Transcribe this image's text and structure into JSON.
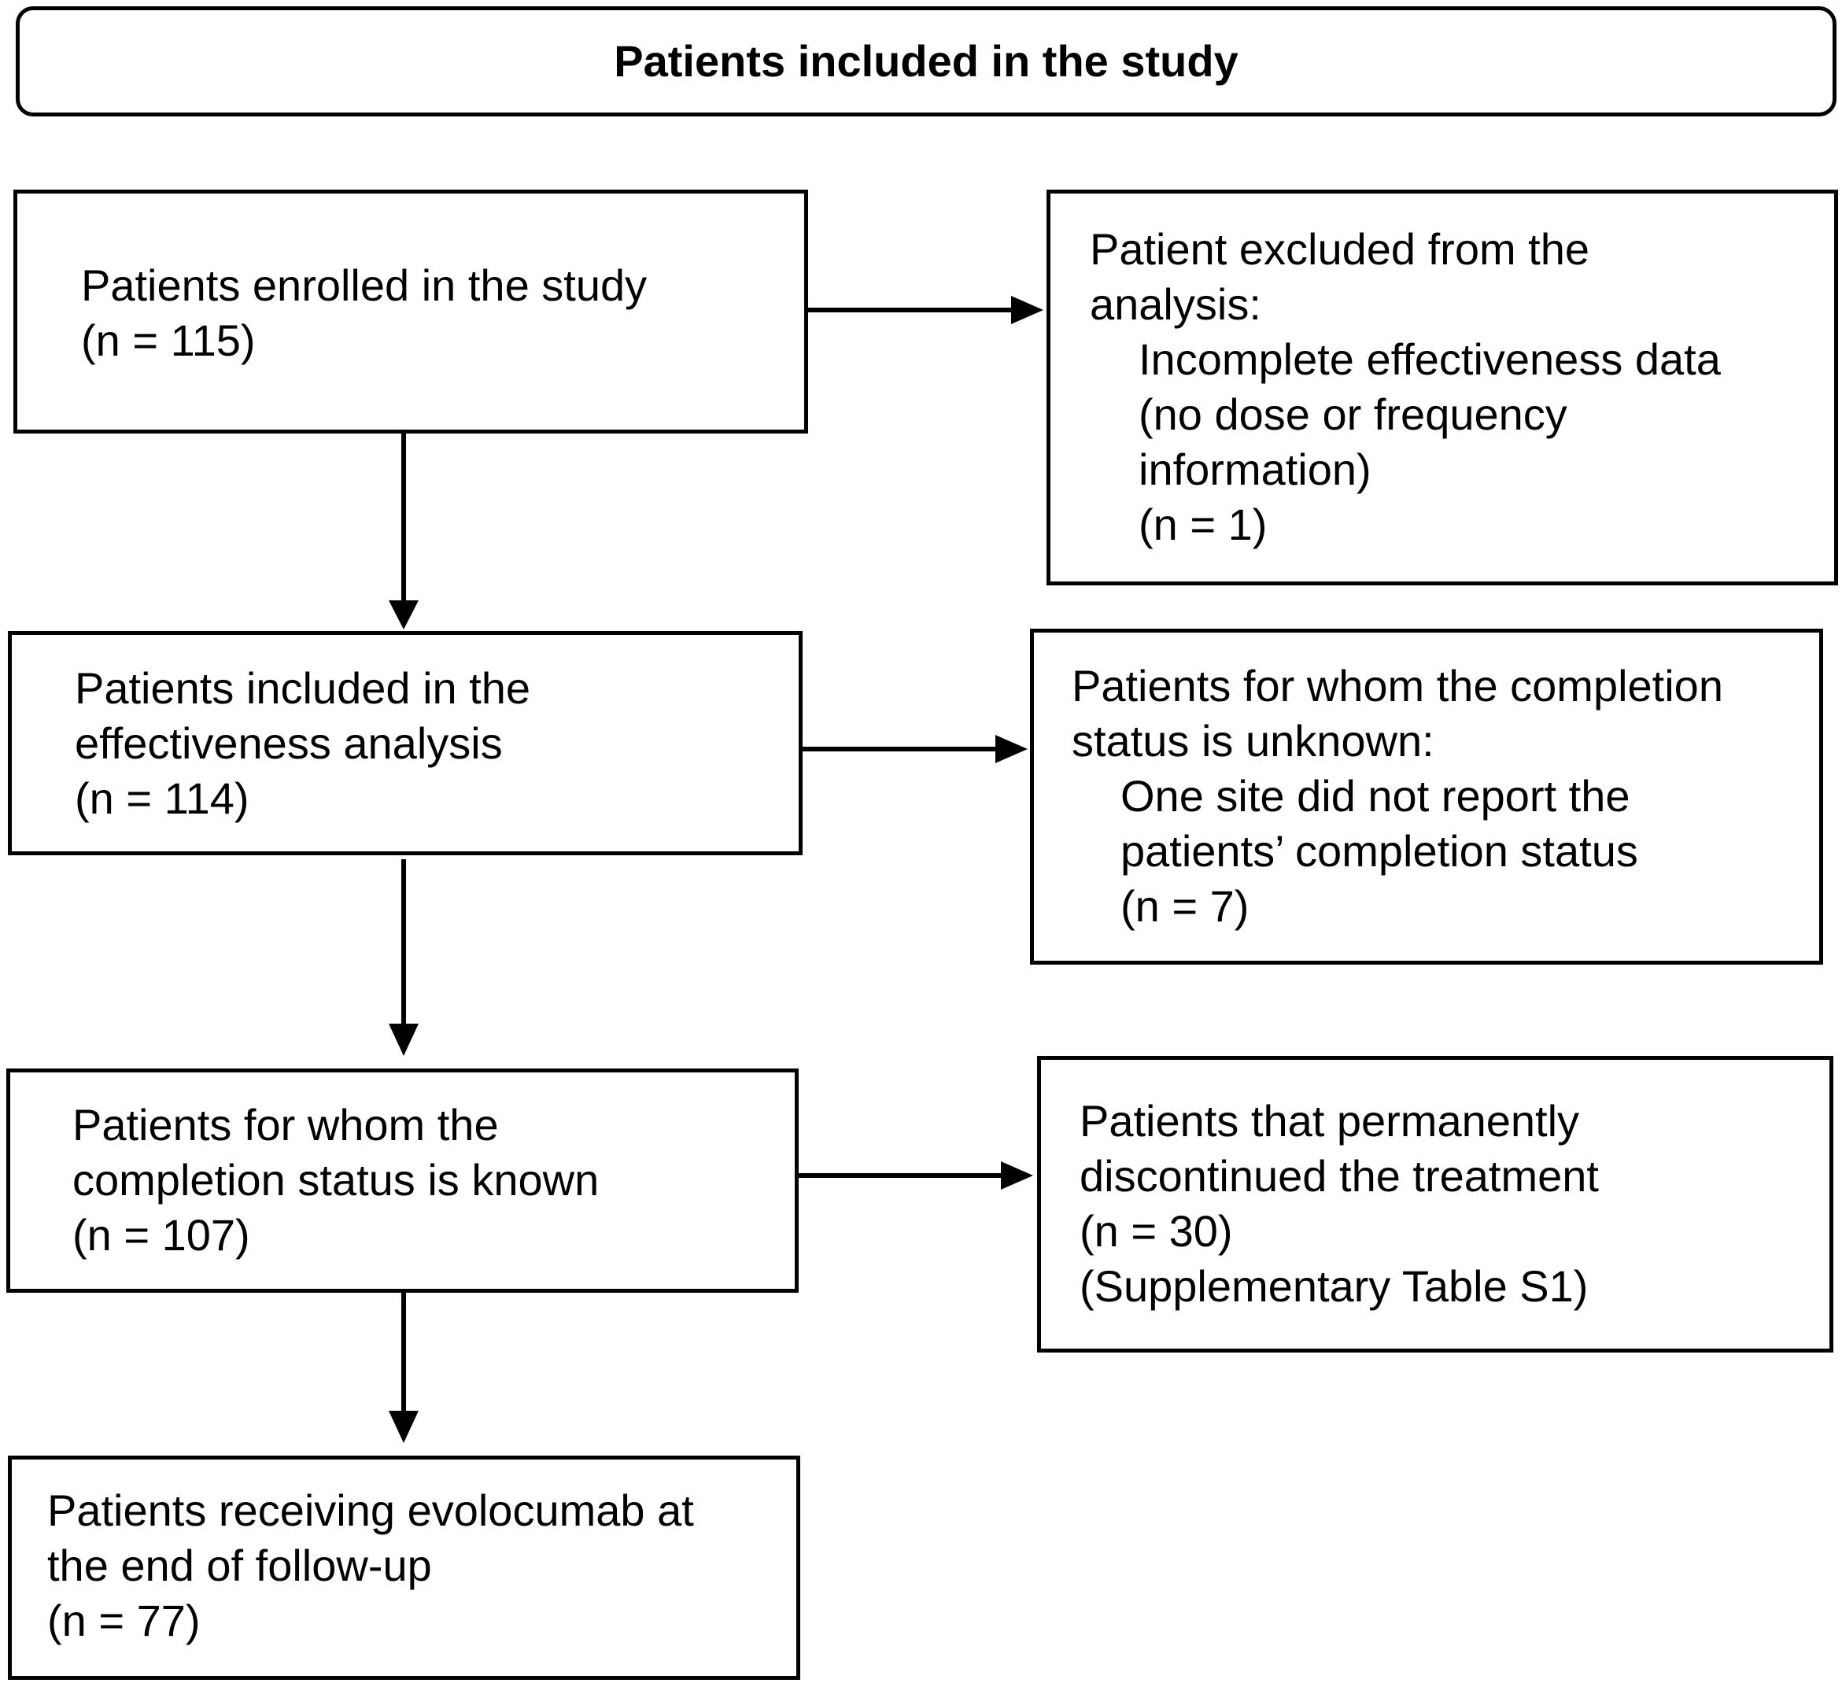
{
  "title": "Patients included in the study",
  "main_flow": {
    "enrolled": {
      "label": "Patients enrolled in the study",
      "count": "(n = 115)"
    },
    "effectiveness": {
      "label_line1": "Patients included in the",
      "label_line2": "effectiveness analysis",
      "count": "(n = 114)"
    },
    "known_status": {
      "label_line1": "Patients for whom the",
      "label_line2": "completion status is known",
      "count": "(n = 107)"
    },
    "receiving": {
      "label_line1": "Patients receiving evolocumab at",
      "label_line2": "the end of follow-up",
      "count": "(n = 77)"
    }
  },
  "side_flow": {
    "excluded": {
      "header_line1": "Patient excluded from the",
      "header_line2": "analysis:",
      "detail_line1": "Incomplete effectiveness data",
      "detail_line2": "(no dose or frequency",
      "detail_line3": "information)",
      "count": "(n = 1)"
    },
    "unknown_status": {
      "header_line1": "Patients for whom the completion",
      "header_line2": "status is unknown:",
      "detail_line1": "One site did not report the",
      "detail_line2": "patients’ completion status",
      "count": "(n = 7)"
    },
    "discontinued": {
      "label_line1": "Patients that permanently",
      "label_line2": "discontinued the treatment",
      "count": "(n = 30)",
      "note": "(Supplementary Table S1)"
    }
  }
}
